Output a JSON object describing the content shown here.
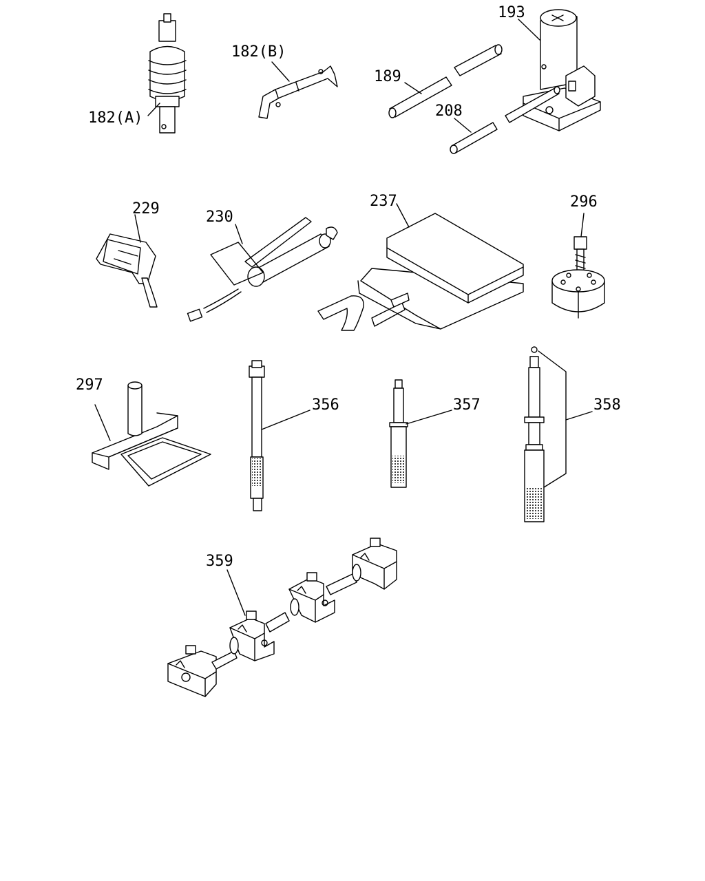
{
  "parts": [
    {
      "id": "p182a",
      "label": "182(A)"
    },
    {
      "id": "p182b",
      "label": "182(B)"
    },
    {
      "id": "p189",
      "label": "189"
    },
    {
      "id": "p193",
      "label": "193"
    },
    {
      "id": "p208",
      "label": "208"
    },
    {
      "id": "p229",
      "label": "229"
    },
    {
      "id": "p230",
      "label": "230"
    },
    {
      "id": "p237",
      "label": "237"
    },
    {
      "id": "p296",
      "label": "296"
    },
    {
      "id": "p297",
      "label": "297"
    },
    {
      "id": "p356",
      "label": "356"
    },
    {
      "id": "p357",
      "label": "357"
    },
    {
      "id": "p358",
      "label": "358"
    },
    {
      "id": "p359",
      "label": "359"
    }
  ]
}
